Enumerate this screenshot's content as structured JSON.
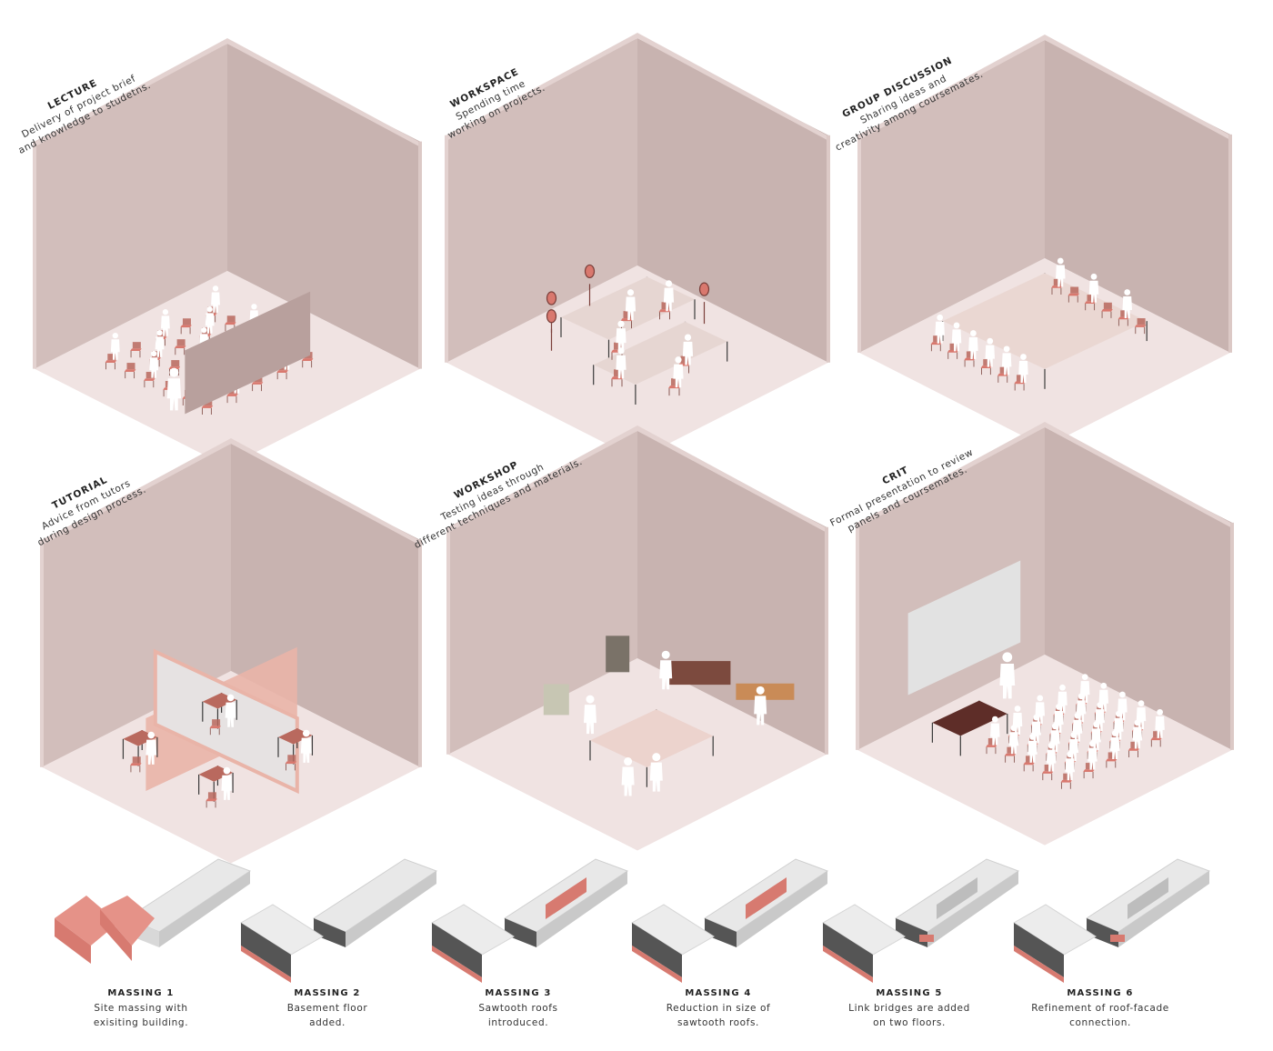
{
  "colors": {
    "wall_left": "#d2bebb",
    "wall_right": "#c8b3b0",
    "floor": "#f0e3e2",
    "wall_top": "#e3d2d0",
    "figure": "#ffffff",
    "accent": "#d9786e",
    "furniture": "#b9695e",
    "massing_gray": "#e8e8e8",
    "massing_dark": "#555555",
    "massing_red": "#d77a70"
  },
  "rooms": [
    {
      "title": "LECTURE",
      "lines": [
        "Delivery of project brief",
        "and knowledge to studetns."
      ]
    },
    {
      "title": "WORKSPACE",
      "lines": [
        "Spending time",
        "working on projects."
      ]
    },
    {
      "title": "GROUP DISCUSSION",
      "lines": [
        "Sharing ideas and",
        "creativity among coursemates."
      ]
    },
    {
      "title": "TUTORIAL",
      "lines": [
        "Advice from tutors",
        "during design process."
      ]
    },
    {
      "title": "WORKSHOP",
      "lines": [
        "Testing ideas through",
        "different techniques and materials."
      ]
    },
    {
      "title": "CRIT",
      "lines": [
        "Formal presentation to review",
        "panels and coursemates."
      ]
    }
  ],
  "massing": [
    {
      "title": "MASSING 1",
      "lines": [
        "Site massing with",
        "exisiting building."
      ]
    },
    {
      "title": "MASSING 2",
      "lines": [
        "Basement floor",
        "added."
      ]
    },
    {
      "title": "MASSING 3",
      "lines": [
        "Sawtooth roofs",
        "introduced."
      ]
    },
    {
      "title": "MASSING 4",
      "lines": [
        "Reduction in size of",
        "sawtooth roofs."
      ]
    },
    {
      "title": "MASSING 5",
      "lines": [
        "Link bridges are added",
        "on two floors."
      ]
    },
    {
      "title": "MASSING 6",
      "lines": [
        "Refinement of roof-facade",
        "connection."
      ]
    }
  ]
}
